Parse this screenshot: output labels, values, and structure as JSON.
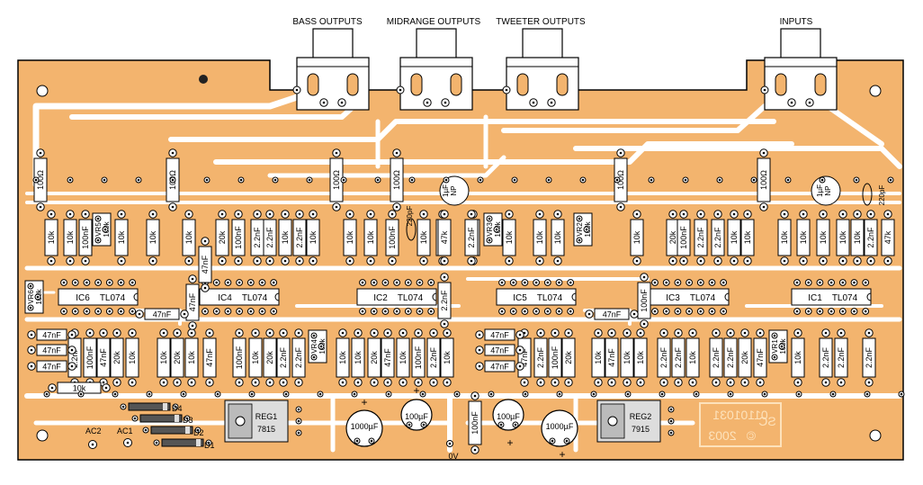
{
  "board": {
    "copper_color": "#f3b46e",
    "trace_color": "#ffffff",
    "outline_color": "#000000",
    "text_color": "#000000"
  },
  "connectors": {
    "bass": "BASS OUTPUTS",
    "midrange": "MIDRANGE OUTPUTS",
    "tweeter": "TWEETER OUTPUTS",
    "inputs": "INPUTS"
  },
  "ics": [
    {
      "ref": "IC6",
      "part": "TL074"
    },
    {
      "ref": "IC4",
      "part": "TL074"
    },
    {
      "ref": "IC2",
      "part": "TL074"
    },
    {
      "ref": "IC5",
      "part": "TL074"
    },
    {
      "ref": "IC3",
      "part": "TL074"
    },
    {
      "ref": "IC1",
      "part": "TL074"
    }
  ],
  "regulators": [
    {
      "ref": "REG1",
      "part": "7815"
    },
    {
      "ref": "REG2",
      "part": "7915"
    }
  ],
  "trimpots": [
    "VR1",
    "VR2",
    "VR3",
    "VR4",
    "VR5",
    "VR6"
  ],
  "trimpot_value": "100k",
  "diodes": [
    "D1",
    "D2",
    "D3",
    "D4"
  ],
  "ac_pads": [
    "AC1",
    "AC2"
  ],
  "ground_label": "0V",
  "polarity_plus": "+",
  "big_caps": [
    "1000µF",
    "100µF",
    "100µF",
    "1000µF"
  ],
  "np_caps": [
    {
      "value": "1µF",
      "type": "NP"
    },
    {
      "value": "1µF",
      "type": "NP"
    }
  ],
  "resistors_vertical": [
    "100Ω",
    "100Ω",
    "100Ω",
    "100Ω",
    "100Ω",
    "100Ω",
    "10k",
    "10k",
    "10k",
    "10k",
    "10k",
    "20k",
    "10k",
    "10k",
    "10k",
    "10k",
    "10k",
    "10k",
    "47k",
    "10k",
    "10k",
    "10k",
    "10k",
    "20k",
    "10k",
    "10k",
    "10k",
    "10k",
    "10k",
    "10k",
    "47k",
    "10k",
    "10k",
    "20k",
    "10k",
    "10k",
    "20k",
    "10k",
    "10k",
    "20k",
    "10k",
    "10k",
    "20k",
    "10k",
    "10k",
    "20k",
    "10k",
    "10k",
    "10k",
    "10k",
    "20k",
    "10k"
  ],
  "resistors_horizontal": [
    "10k"
  ],
  "caps_vertical": [
    "100nF",
    "47nF",
    "100nF",
    "2.2nF",
    "2.2nF",
    "2.2nF",
    "100nF",
    "100nF",
    "2.2nF",
    "2.2nF",
    "2.2nF",
    "47nF",
    "2.2nF",
    "100nF",
    "2.2nF",
    "47nF",
    "47nF",
    "100nF",
    "2.2nF",
    "2.2nF",
    "47nF",
    "100nF",
    "2.2nF",
    "2.2nF",
    "47nF",
    "2.2nF",
    "100nF",
    "47nF",
    "2.2nF",
    "2.2nF",
    "2.2nF",
    "2.2nF",
    "47nF",
    "2.2nF",
    "2.2nF",
    "2.2nF",
    "100nF",
    "100nF"
  ],
  "caps_horizontal": [
    "47nF",
    "47nF",
    "47nF",
    "47nF",
    "47nF",
    "47nF",
    "47nF",
    "47nF"
  ],
  "caps_small": [
    "220pF",
    "220pF"
  ],
  "board_code": "01101031",
  "brand": "SC",
  "year": "2003",
  "copyright_symbol": "©"
}
